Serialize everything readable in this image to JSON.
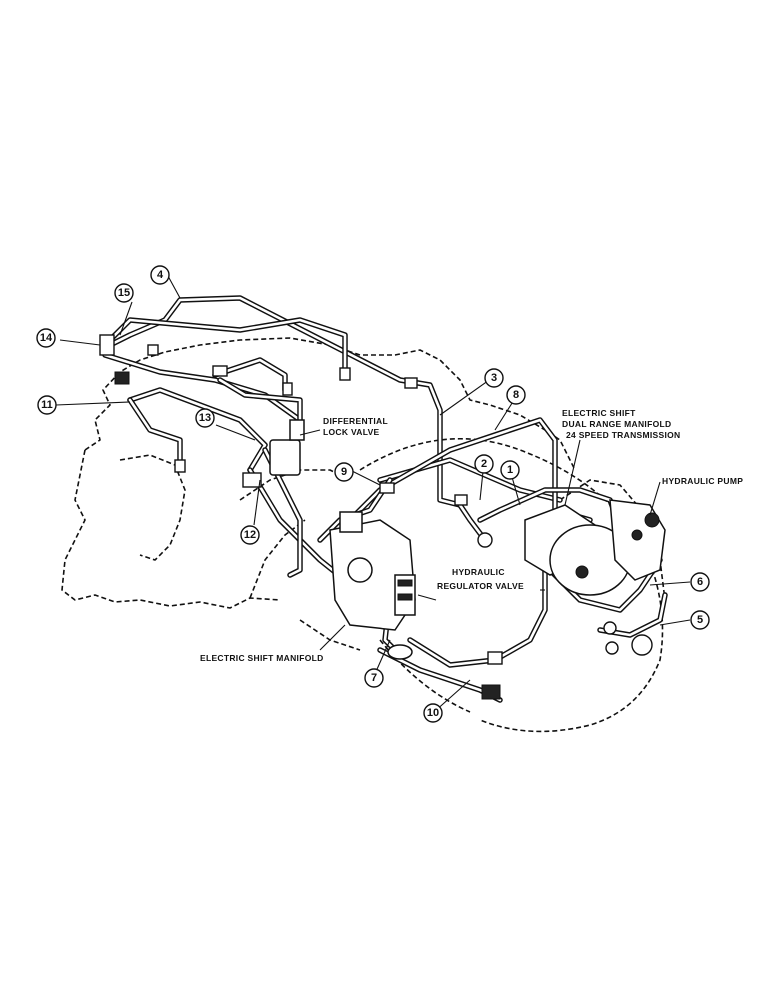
{
  "labels": {
    "differential_lock_valve_l1": "DIFFERENTIAL",
    "differential_lock_valve_l2": "LOCK VALVE",
    "electric_shift_dual_l1": "ELECTRIC SHIFT",
    "electric_shift_dual_l2": "DUAL RANGE MANIFOLD",
    "electric_shift_dual_l3": "24 SPEED TRANSMISSION",
    "hydraulic_pump": "HYDRAULIC PUMP",
    "hydraulic_regulator_l1": "HYDRAULIC",
    "hydraulic_regulator_l2": "REGULATOR VALVE",
    "electric_shift_manifold": "ELECTRIC SHIFT MANIFOLD"
  },
  "callouts": [
    "1",
    "2",
    "3",
    "4",
    "5",
    "6",
    "7",
    "8",
    "9",
    "10",
    "11",
    "12",
    "13",
    "14",
    "15"
  ]
}
